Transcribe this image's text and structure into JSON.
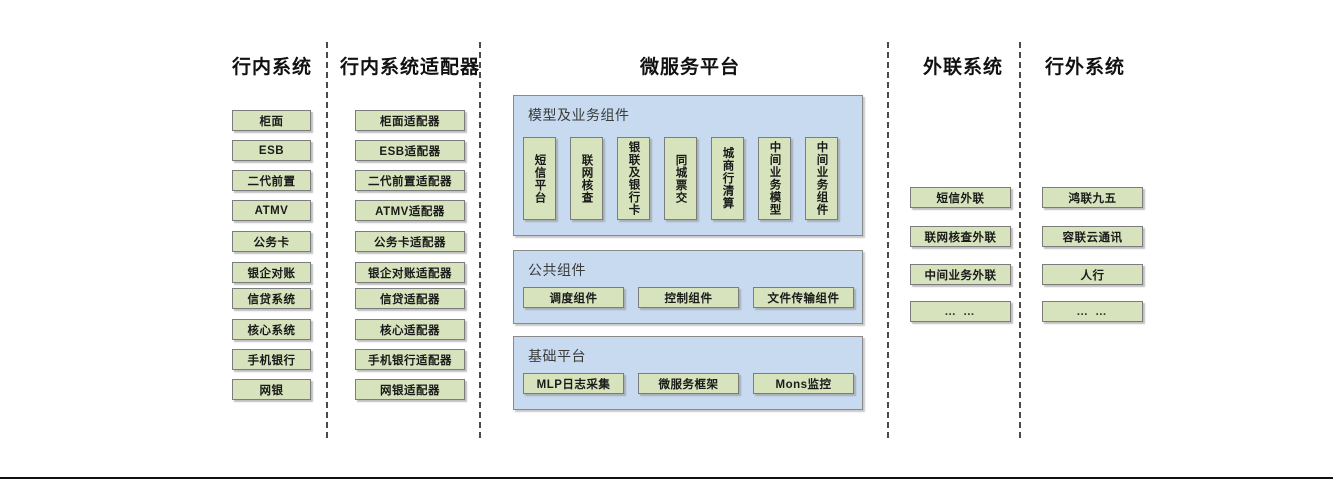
{
  "diagram": {
    "columns": [
      {
        "key": "internal",
        "title": "行内系统",
        "items": [
          "柜面",
          "ESB",
          "二代前置",
          "ATMV",
          "公务卡",
          "银企对账",
          "信贷系统",
          "核心系统",
          "手机银行",
          "网银"
        ]
      },
      {
        "key": "adapters",
        "title": "行内系统适配器",
        "items": [
          "柜面适配器",
          "ESB适配器",
          "二代前置适配器",
          "ATMV适配器",
          "公务卡适配器",
          "银企对账适配器",
          "信贷适配器",
          "核心适配器",
          "手机银行适配器",
          "网银适配器"
        ]
      },
      {
        "key": "external_link",
        "title": "外联系统",
        "items": [
          "短信外联",
          "联网核查外联",
          "中间业务外联",
          "… …"
        ]
      },
      {
        "key": "outside_bank",
        "title": "行外系统",
        "items": [
          "鸿联九五",
          "容联云通讯",
          "人行",
          "… …"
        ]
      }
    ],
    "platform": {
      "title": "微服务平台",
      "panels": [
        {
          "key": "business",
          "title": "模型及业务组件",
          "orientation": "vertical",
          "items": [
            "短信平台",
            "联网核查",
            "银联及银行卡",
            "同城票交",
            "城商行清算",
            "中间业务模型",
            "中间业务组件"
          ]
        },
        {
          "key": "common",
          "title": "公共组件",
          "orientation": "horizontal",
          "items": [
            "调度组件",
            "控制组件",
            "文件传输组件"
          ]
        },
        {
          "key": "base",
          "title": "基础平台",
          "orientation": "horizontal",
          "items": [
            "MLP日志采集",
            "微服务框架",
            "Mons监控"
          ]
        }
      ]
    },
    "colors": {
      "node_fill": "#d6e3bd",
      "node_border": "#7c7c7c",
      "panel_fill": "#c7daef",
      "panel_border": "#8a8a8a",
      "divider": "#4a4a4a",
      "background": "#ffffff"
    }
  }
}
